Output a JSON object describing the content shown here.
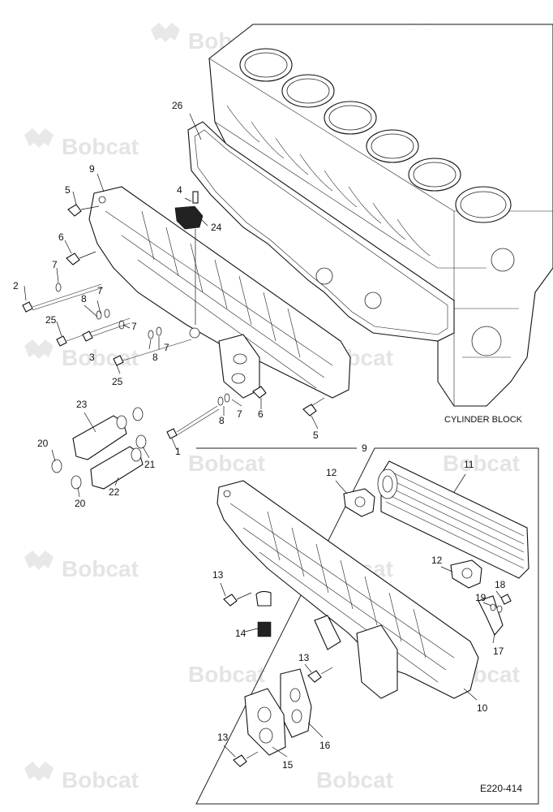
{
  "watermark": {
    "brand": "Bobcat"
  },
  "labels": {
    "cylinder_block": "CYLINDER BLOCK",
    "figure_code": "E220-414"
  },
  "callouts": {
    "c1": "1",
    "c2": "2",
    "c3": "3",
    "c4": "4",
    "c5a": "5",
    "c5b": "5",
    "c6a": "6",
    "c6b": "6",
    "c7a": "7",
    "c7b": "7",
    "c7c": "7",
    "c7d": "7",
    "c7e": "7",
    "c8a": "8",
    "c8b": "8",
    "c8c": "8",
    "c9a": "9",
    "c9b": "9",
    "c10": "10",
    "c11": "11",
    "c12a": "12",
    "c12b": "12",
    "c13a": "13",
    "c13b": "13",
    "c13c": "13",
    "c14": "14",
    "c15": "15",
    "c16": "16",
    "c17": "17",
    "c18": "18",
    "c19": "19",
    "c20a": "20",
    "c20b": "20",
    "c21": "21",
    "c22": "22",
    "c23": "23",
    "c24": "24",
    "c25a": "25",
    "c25b": "25",
    "c26": "26"
  },
  "colors": {
    "line": "#111111",
    "watermark": "#e4e4e4",
    "background": "#ffffff"
  }
}
